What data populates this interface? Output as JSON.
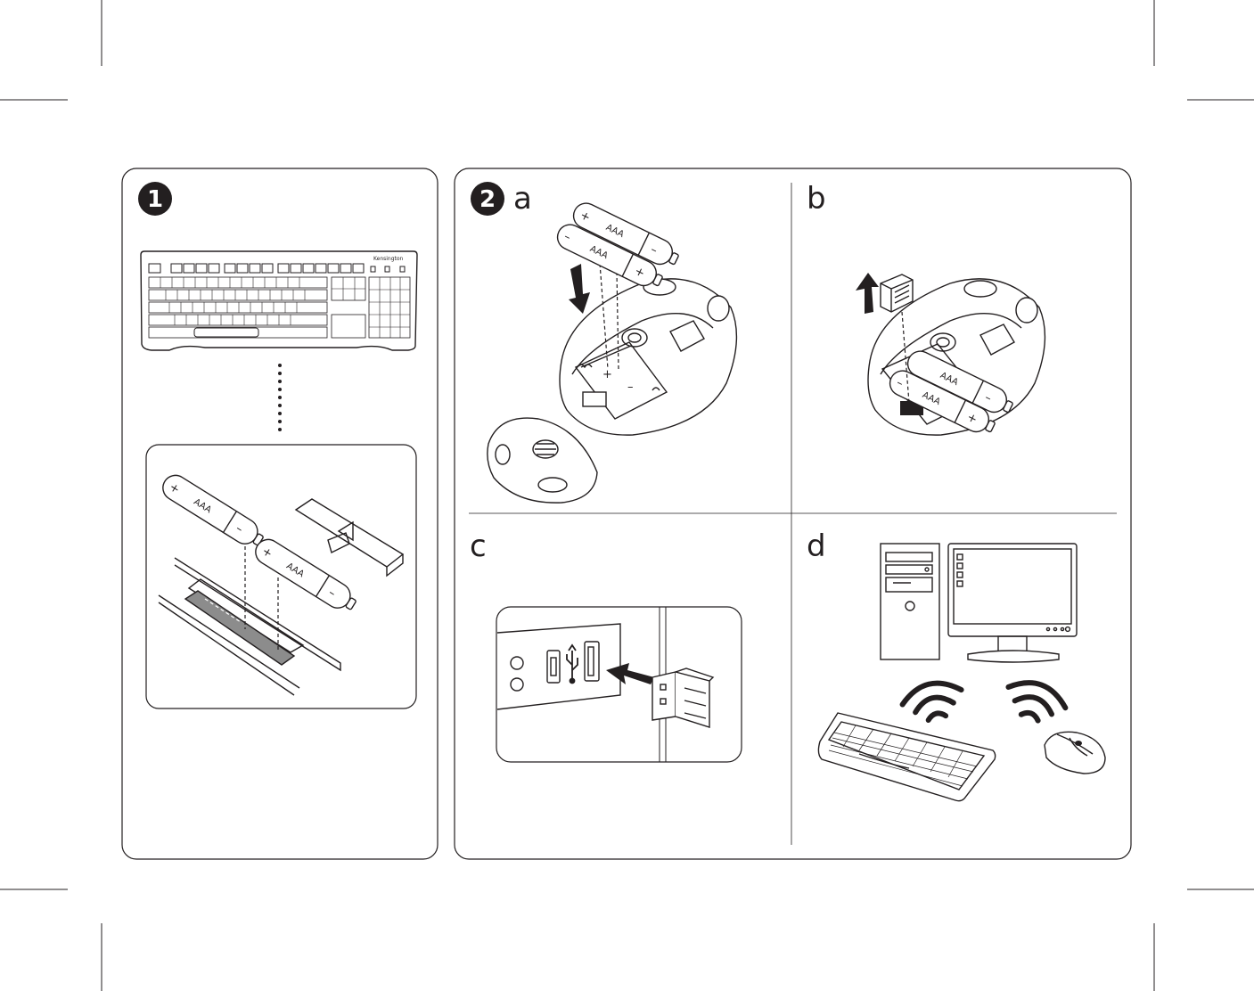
{
  "step1": {
    "number": "1"
  },
  "step2": {
    "number": "2"
  },
  "panels": {
    "a": "a",
    "b": "b",
    "c": "c",
    "d": "d"
  },
  "battery": {
    "label": "AAA",
    "plus": "+",
    "minus": "–"
  },
  "keyboard": {
    "brand": "Kensington"
  },
  "colors": {
    "ink": "#231f20",
    "paper": "#ffffff",
    "compartment": "#8c8c8c"
  },
  "icons": [
    "usb-icon",
    "wireless-signal-icon",
    "arrow-icon"
  ]
}
